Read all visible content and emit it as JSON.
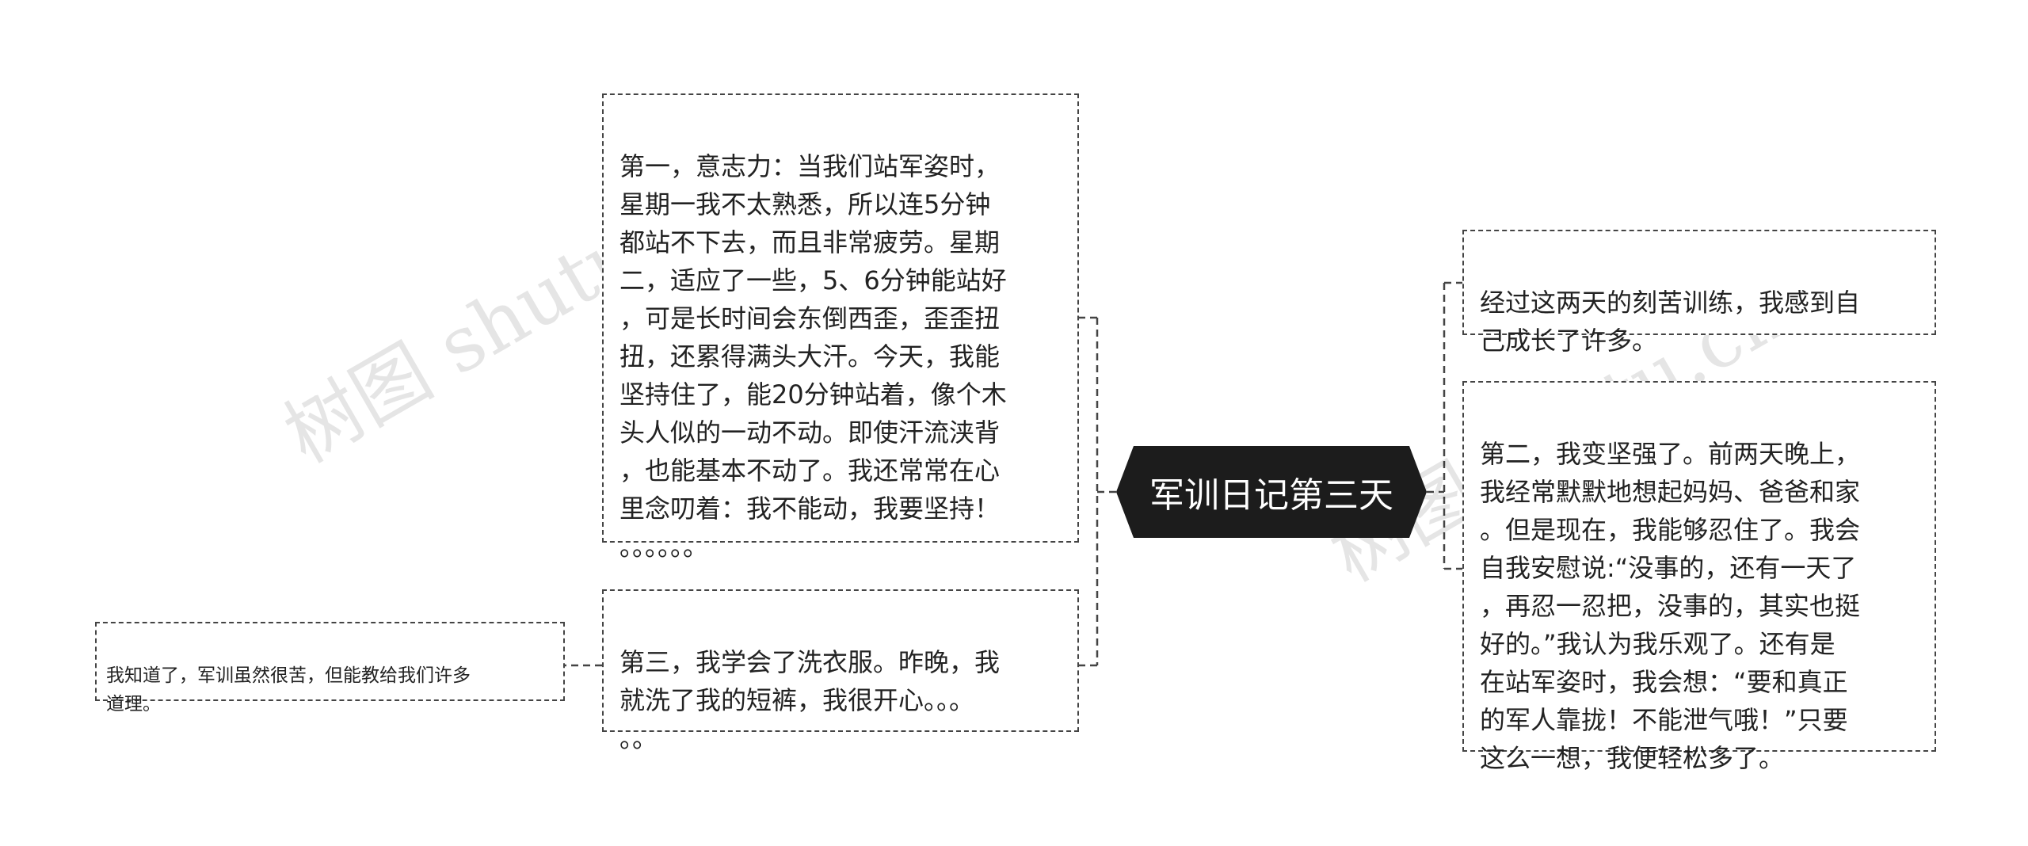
{
  "root": {
    "label": "军训日记第三天"
  },
  "nodes": {
    "left_top": "第一，意志力：当我们站军姿时，\n星期一我不太熟悉，所以连5分钟\n都站不下去，而且非常疲劳。星期\n二，适应了一些，5、6分钟能站好\n，可是长时间会东倒西歪，歪歪扭\n扭，还累得满头大汗。今天，我能\n坚持住了，能20分钟站着，像个木\n头人似的一动不动。即使汗流浃背\n，也能基本不动了。我还常常在心\n里念叨着：我不能动，我要坚持！\n。。。。。。",
    "left_bottom": "第三，我学会了洗衣服。昨晚，我\n就洗了我的短裤，我很开心。。。\n。。",
    "far_left": "我知道了，军训虽然很苦，但能教给我们许多\n道理。",
    "right_top": "经过这两天的刻苦训练，我感到自\n己成长了许多。",
    "right_bottom": "第二，我变坚强了。前两天晚上，\n我经常默默地想起妈妈、爸爸和家\n。但是现在，我能够忍住了。我会\n自我安慰说:“没事的，还有一天了\n，再忍一忍把，没事的，其实也挺\n好的。”我认为我乐观了。还有是\n在站军姿时，我会想：“要和真正\n的军人靠拢！不能泄气哦！”只要\n这么一想，我便轻松多了。"
  },
  "watermarks": [
    "树图 shutu.cn",
    "树图 shutu.cn"
  ],
  "colors": {
    "root_fill": "#1c1c1c",
    "border": "#444444",
    "root_text": "#ffffff"
  }
}
